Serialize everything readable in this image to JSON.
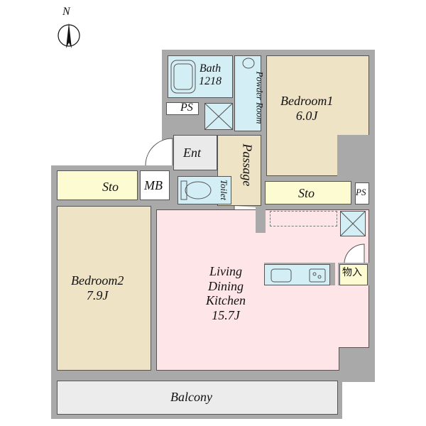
{
  "compass": {
    "label": "N"
  },
  "rooms": {
    "bath": {
      "name": "Bath",
      "size": "1218"
    },
    "powder": {
      "name": "Powder Room"
    },
    "ps_top": {
      "name": "PS"
    },
    "ent": {
      "name": "Ent"
    },
    "passage": {
      "name": "Passage"
    },
    "toilet": {
      "name": "Toilet"
    },
    "mb": {
      "name": "MB"
    },
    "sto_left": {
      "name": "Sto"
    },
    "sto_right": {
      "name": "Sto"
    },
    "ps_right": {
      "name": "PS"
    },
    "bedroom1": {
      "name": "Bedroom1",
      "size": "6.0J"
    },
    "bedroom2": {
      "name": "Bedroom2",
      "size": "7.9J"
    },
    "ldk": {
      "line1": "Living",
      "line2": "Dining",
      "line3": "Kitchen",
      "size": "15.7J"
    },
    "closet": {
      "name": "物入"
    },
    "balcony": {
      "name": "Balcony"
    }
  },
  "colors": {
    "wall": "#a9a9a9",
    "wet": "#d4eef5",
    "bedroom": "#efe3c6",
    "ldk": "#fde5e8",
    "storage": "#fdfbd2"
  }
}
